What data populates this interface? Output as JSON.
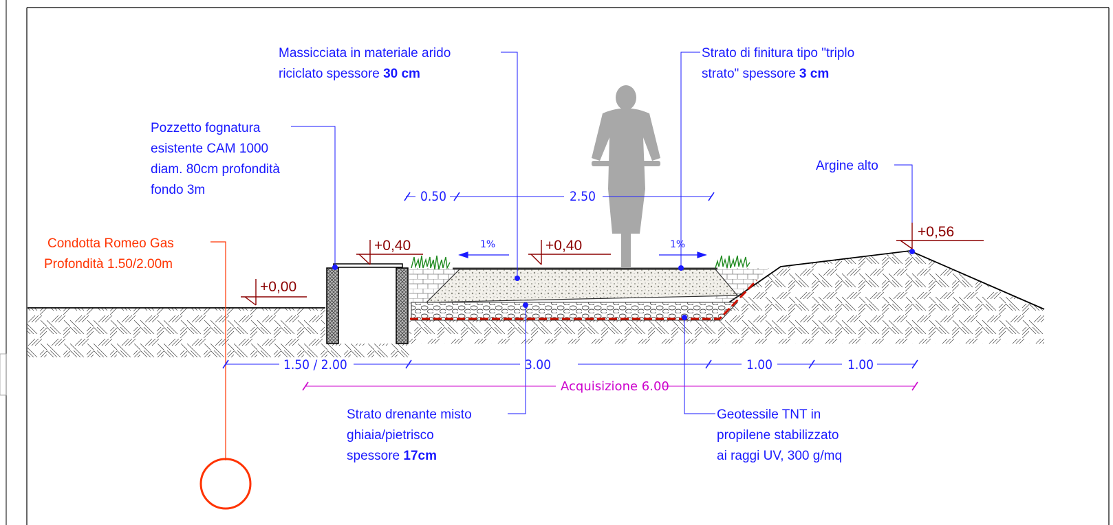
{
  "labels": {
    "massicciata_line1": "Massicciata in materiale arido",
    "massicciata_line2a": "riciclato spessore ",
    "massicciata_line2b": "30 cm",
    "finitura_line1": "Strato di finitura tipo \"triplo",
    "finitura_line2a": "strato\" spessore ",
    "finitura_line2b": "3 cm",
    "pozzetto_line1": "Pozzetto fognatura",
    "pozzetto_line2": "esistente CAM 1000",
    "pozzetto_line3": "diam. 80cm profondità",
    "pozzetto_line4": "fondo 3m",
    "argine": "Argine alto",
    "condotta_line1": "Condotta Romeo Gas",
    "condotta_line2": "Profondità 1.50/2.00m",
    "drenante_line1": "Strato drenante misto",
    "drenante_line2": "ghiaia/pietrisco",
    "drenante_line3a": "spessore ",
    "drenante_line3b": "17cm",
    "geotessile_line1": "Geotessile TNT in",
    "geotessile_line2": "propilene stabilizzato",
    "geotessile_line3": "ai raggi UV, 300 g/mq"
  },
  "levels": {
    "ground": "+0,00",
    "manhole": "+0,40",
    "path": "+0,40",
    "embankment": "+0,56"
  },
  "slopes": {
    "left": "1%",
    "right": "1%"
  },
  "dimensions": {
    "top_left": "0.50",
    "top_main": "2.50",
    "gas_offset": "1.50 / 2.00",
    "path_width": "3.00",
    "berm": "1.00",
    "embankment": "1.00",
    "acquisition": "Acquisizione 6.00"
  },
  "colors": {
    "annotation": "#1a1aff",
    "gas": "#ff3300",
    "level": "#8b0000",
    "acquisition": "#cc00cc",
    "cyclist": "#a8a8a8"
  },
  "icons": {
    "cyclist": "cyclist-silhouette-icon",
    "grass": "grass-tuft-icon"
  }
}
